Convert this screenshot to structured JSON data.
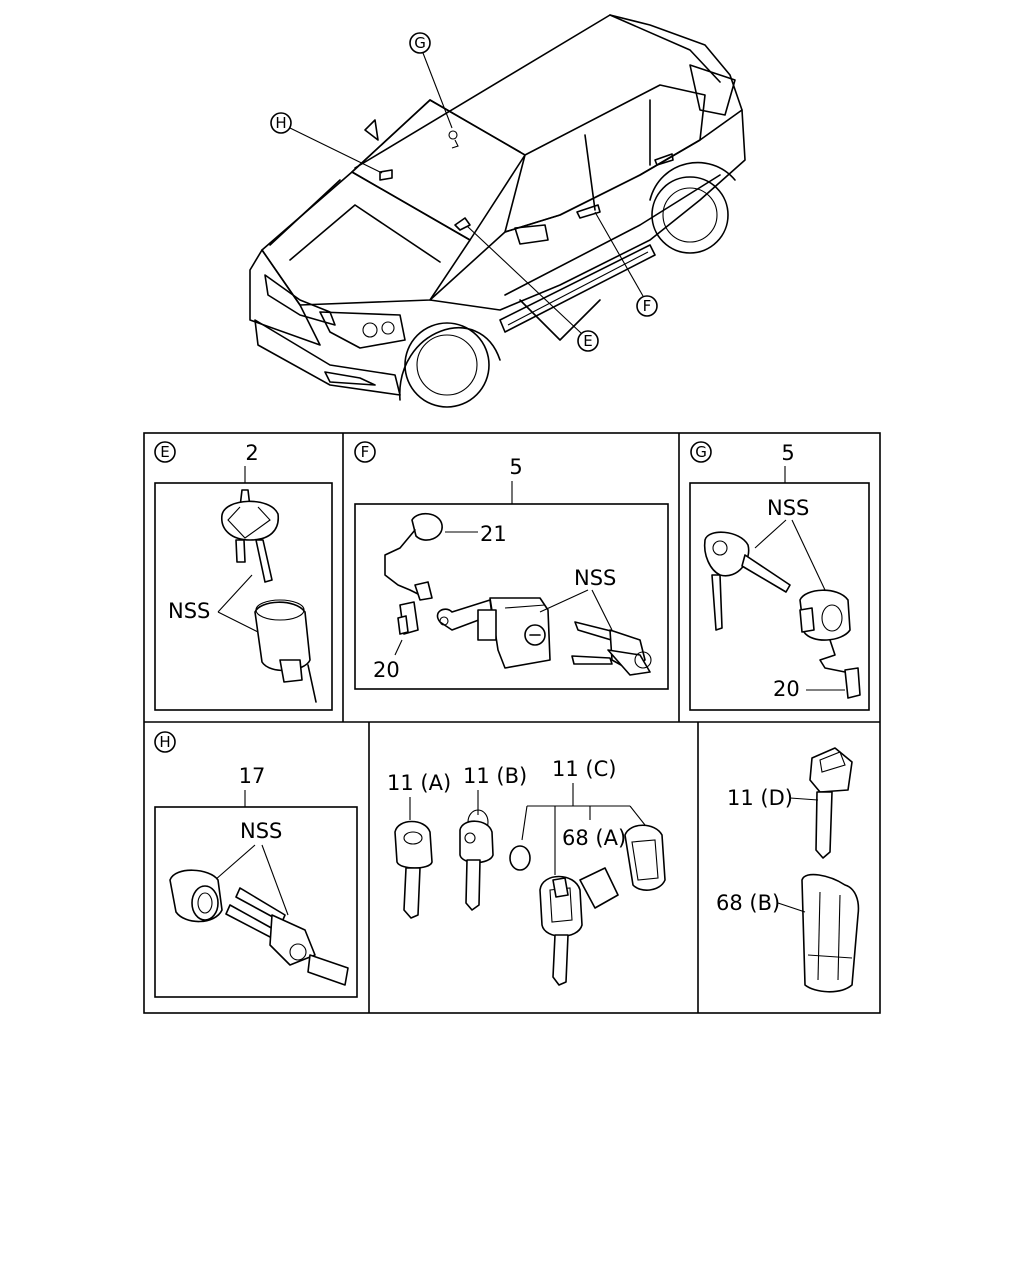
{
  "callouts": {
    "g": "G",
    "h": "H",
    "f": "F",
    "e": "E"
  },
  "panels": {
    "e": {
      "letter": "E",
      "part": "2",
      "nss": "NSS"
    },
    "f": {
      "letter": "F",
      "part": "5",
      "wire": "21",
      "clip": "20",
      "nss": "NSS"
    },
    "g": {
      "letter": "G",
      "part": "5",
      "nss": "NSS",
      "clip": "20"
    },
    "h": {
      "letter": "H",
      "part": "17",
      "nss": "NSS"
    },
    "keys": {
      "a": "11 (A)",
      "b": "11 (B)",
      "c": "11 (C)",
      "case_a": "68 (A)"
    },
    "remote": {
      "d": "11 (D)",
      "case_b": "68 (B)"
    }
  },
  "icons": [
    "vehicle-overview",
    "door-lock",
    "ignition-lock",
    "key",
    "remote-key"
  ]
}
